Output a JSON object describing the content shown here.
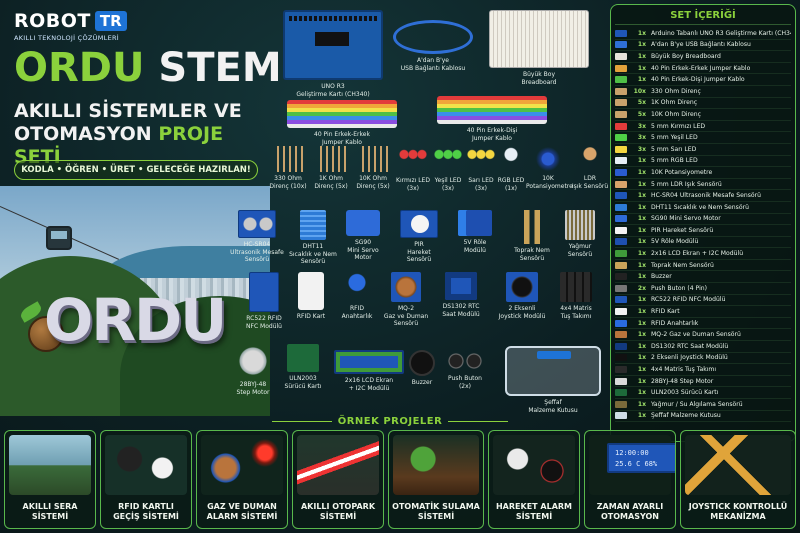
{
  "brand": {
    "name": "ROBOT",
    "badge": "TR",
    "subtitle": "AKILLI TEKNOLOJİ ÇÖZÜMLERİ"
  },
  "hero": {
    "title_part1": "ORDU",
    "title_part2": " STEM",
    "subtitle_line1": "AKILLI SİSTEMLER VE",
    "subtitle_line2": "OTOMASYON ",
    "subtitle_accent": "PROJE SETİ",
    "tagline": "KODLA • ÖĞREN • ÜRET • GELECEĞE HAZIRLAN!",
    "sign_text": "ORDU"
  },
  "components": {
    "uno": "UNO R3\nGeliştirme Kartı (CH340)",
    "usb": "A'dan B'ye\nUSB Bağlantı Kablosu",
    "breadboard": "Büyük Boy\nBreadboard",
    "jumper_mm": "40 Pin Erkek-Erkek\nJumper Kablo",
    "jumper_mf": "40 Pin Erkek-Dişi\nJumper Kablo",
    "res330": "330 Ohm\nDirenç (10x)",
    "res1k": "1K Ohm\nDirenç (5x)",
    "res10k": "10K Ohm\nDirenç (5x)",
    "led_red": "Kırmızı LED\n(3x)",
    "led_green": "Yeşil LED\n(3x)",
    "led_yellow": "Sarı LED\n(3x)",
    "led_rgb": "RGB LED\n(1x)",
    "pot": "10K\nPotansiyometre",
    "ldr": "LDR\nIşık Sensörü",
    "hcsr04": "HC-SR04\nUltrasonik Mesafe\nSensörü",
    "dht11": "DHT11\nSıcaklık ve Nem\nSensörü",
    "sg90": "SG90\nMini Servo\nMotor",
    "pir": "PIR\nHareket\nSensörü",
    "relay": "5V Röle\nModülü",
    "soil": "Toprak Nem\nSensörü",
    "rain": "Yağmur\nSensörü",
    "rc522": "RC522 RFID\nNFC Modülü",
    "rfid_card": "RFID Kart",
    "rfid_key": "RFID\nAnahtarlık",
    "mq2": "MQ-2\nGaz ve Duman\nSensörü",
    "ds1302": "DS1302 RTC\nSaat Modülü",
    "joystick": "2 Eksenli\nJoystick Modülü",
    "keypad": "4x4 Matris\nTuş Takımı",
    "stepper": "28BYJ-48\nStep Motor",
    "uln2003": "ULN2003\nSürücü Kartı",
    "lcd": "2x16 LCD Ekran\n+ I2C Modülü",
    "buzzer": "Buzzer",
    "button": "Push Buton\n(2x)",
    "box": "Şeffaf\nMalzeme Kutusu"
  },
  "set_list": {
    "title": "SET İÇERİĞİ",
    "items": [
      {
        "qty": "1x",
        "name": "Arduino Tabanlı UNO R3 Geliştirme Kartı (CH340)",
        "color": "#1f56b8"
      },
      {
        "qty": "1x",
        "name": "A'dan B'ye USB Bağlantı Kablosu",
        "color": "#2f6fd6"
      },
      {
        "qty": "1x",
        "name": "Büyük Boy Breadboard",
        "color": "#e6e3da"
      },
      {
        "qty": "1x",
        "name": "40 Pin Erkek-Erkek Jumper Kablo",
        "color": "#e2a33b"
      },
      {
        "qty": "1x",
        "name": "40 Pin Erkek-Dişi Jumper Kablo",
        "color": "#4fc046"
      },
      {
        "qty": "10x",
        "name": "330 Ohm Direnç",
        "color": "#c9a26b"
      },
      {
        "qty": "5x",
        "name": "1K Ohm Direnç",
        "color": "#c9a26b"
      },
      {
        "qty": "5x",
        "name": "10K Ohm Direnç",
        "color": "#c9a26b"
      },
      {
        "qty": "3x",
        "name": "5 mm Kırmızı LED",
        "color": "#e23b3b"
      },
      {
        "qty": "3x",
        "name": "5 mm Yeşil LED",
        "color": "#4fcf46"
      },
      {
        "qty": "3x",
        "name": "5 mm Sarı LED",
        "color": "#f3d640"
      },
      {
        "qty": "1x",
        "name": "5 mm RGB LED",
        "color": "#e6eef5"
      },
      {
        "qty": "1x",
        "name": "10K Potansiyometre",
        "color": "#2a5bd0"
      },
      {
        "qty": "1x",
        "name": "5 mm LDR Işık Sensörü",
        "color": "#d8a46b"
      },
      {
        "qty": "1x",
        "name": "HC-SR04 Ultrasonik Mesafe Sensörü",
        "color": "#1f56b8"
      },
      {
        "qty": "1x",
        "name": "DHT11 Sıcaklık ve Nem Sensörü",
        "color": "#2d7bd6"
      },
      {
        "qty": "1x",
        "name": "SG90 Mini Servo Motor",
        "color": "#2e6bd8"
      },
      {
        "qty": "1x",
        "name": "PIR Hareket Sensörü",
        "color": "#f4f4f4"
      },
      {
        "qty": "1x",
        "name": "5V Röle Modülü",
        "color": "#1e4fb0"
      },
      {
        "qty": "1x",
        "name": "2x16 LCD Ekran + I2C Modülü",
        "color": "#3f9a3a"
      },
      {
        "qty": "1x",
        "name": "Toprak Nem Sensörü",
        "color": "#caa45a"
      },
      {
        "qty": "1x",
        "name": "Buzzer",
        "color": "#222222"
      },
      {
        "qty": "2x",
        "name": "Push Buton (4 Pin)",
        "color": "#777777"
      },
      {
        "qty": "1x",
        "name": "RC522 RFID NFC Modülü",
        "color": "#1f56b8"
      },
      {
        "qty": "1x",
        "name": "RFID Kart",
        "color": "#f2f2f2"
      },
      {
        "qty": "1x",
        "name": "RFID Anahtarlık",
        "color": "#2a6be0"
      },
      {
        "qty": "1x",
        "name": "MQ-2 Gaz ve Duman Sensörü",
        "color": "#b9743c"
      },
      {
        "qty": "1x",
        "name": "DS1302 RTC Saat Modülü",
        "color": "#123a80"
      },
      {
        "qty": "1x",
        "name": "2 Eksenli Joystick Modülü",
        "color": "#111111"
      },
      {
        "qty": "1x",
        "name": "4x4 Matris Tuş Takımı",
        "color": "#2a2a2a"
      },
      {
        "qty": "1x",
        "name": "28BYJ-48 Step Motor",
        "color": "#d9d9d9"
      },
      {
        "qty": "1x",
        "name": "ULN2003 Sürücü Kartı",
        "color": "#1d6a3a"
      },
      {
        "qty": "1x",
        "name": "Yağmur / Su Algılama Sensörü",
        "color": "#7a6a3a"
      },
      {
        "qty": "1x",
        "name": "Şeffaf Malzeme Kutusu",
        "color": "#cfdde6"
      }
    ]
  },
  "projects": {
    "title": "ÖRNEK PROJELER",
    "items": [
      {
        "label": "AKILLI SERA\nSİSTEMİ"
      },
      {
        "label": "RFID KARTLI\nGEÇİŞ SİSTEMİ"
      },
      {
        "label": "GAZ VE DUMAN\nALARM SİSTEMİ"
      },
      {
        "label": "AKILLI OTOPARK\nSİSTEMİ"
      },
      {
        "label": "OTOMATİK SULAMA\nSİSTEMİ"
      },
      {
        "label": "HAREKET ALARM\nSİSTEMİ"
      },
      {
        "label": "ZAMAN AYARLI\nOTOMASYON",
        "lcd_line1": "12:00:00",
        "lcd_line2": "25.6 C 68%"
      },
      {
        "label": "JOYSTICK KONTROLLÜ\nMEKANİZMA"
      }
    ]
  }
}
